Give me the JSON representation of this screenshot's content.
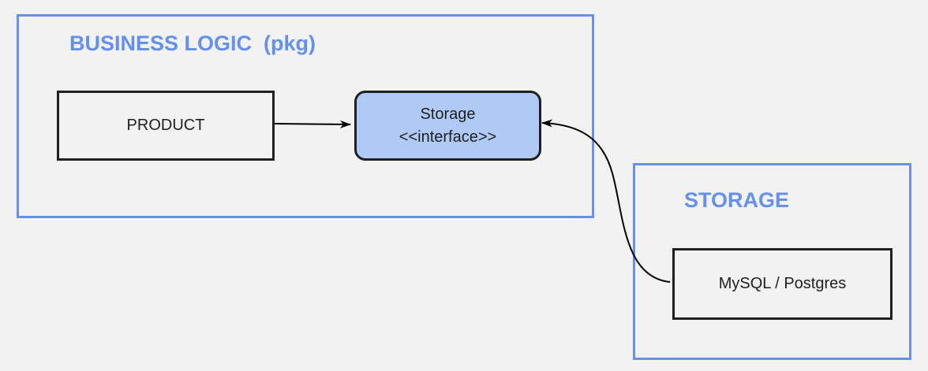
{
  "diagram": {
    "business_package": {
      "title": "BUSINESS LOGIC  (pkg)"
    },
    "storage_package": {
      "title": "STORAGE"
    },
    "nodes": {
      "product": {
        "label": "PRODUCT"
      },
      "storage_interface": {
        "name": "Storage",
        "stereotype": "<<interface>>"
      },
      "mysql_postgres": {
        "label": "MySQL / Postgres"
      }
    },
    "edges": [
      {
        "from": "product",
        "to": "storage_interface"
      },
      {
        "from": "mysql_postgres",
        "to": "storage_interface"
      }
    ],
    "colors": {
      "package_border": "#6590ee",
      "interface_fill": "#aecaf5",
      "node_border": "#1f1f1f",
      "background": "#f2f2f2"
    }
  }
}
